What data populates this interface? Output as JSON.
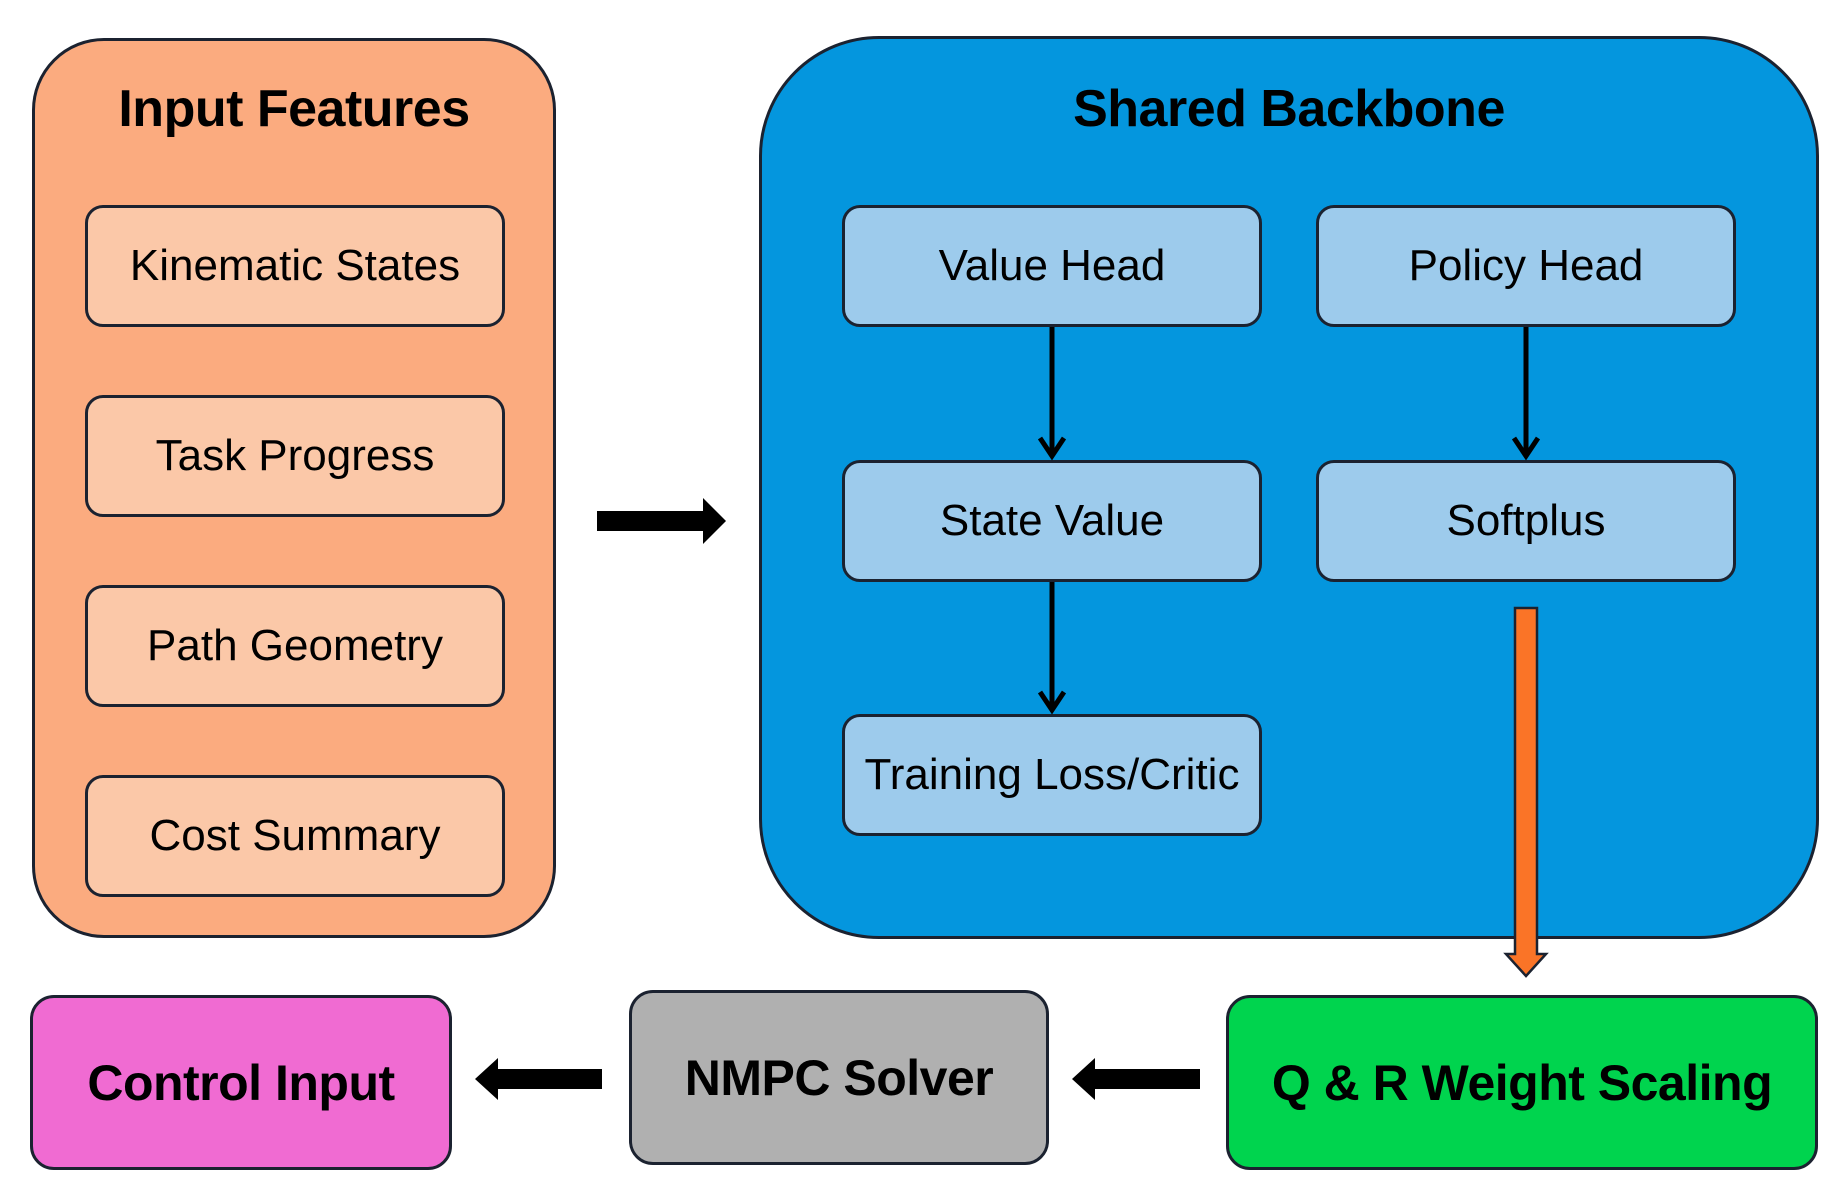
{
  "input_features": {
    "title": "Input Features",
    "items": [
      "Kinematic States",
      "Task Progress",
      "Path Geometry",
      "Cost Summary"
    ],
    "color": "#fbab7f",
    "item_color": "#fbc8a8"
  },
  "shared_backbone": {
    "title": "Shared Backbone",
    "color": "#0496de",
    "item_color": "#9dcbec",
    "value_head": "Value Head",
    "policy_head": "Policy Head",
    "state_value": "State Value",
    "softplus": "Softplus",
    "training_loss": "Training Loss/Critic"
  },
  "bottom_row": {
    "control_input": {
      "label": "Control Input",
      "color": "#f06bd2"
    },
    "nmpc_solver": {
      "label": "NMPC Solver",
      "color": "#b0b0b0"
    },
    "weight_scaling": {
      "label": "Q & R Weight Scaling",
      "color": "#00d44e"
    }
  },
  "arrow_colors": {
    "default": "#000000",
    "weight_link": "#fa7427"
  }
}
